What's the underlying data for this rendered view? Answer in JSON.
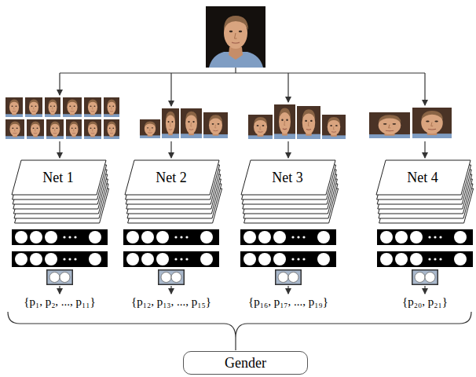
{
  "diagram": {
    "nodes": [
      {
        "text": [
          "Net 1"
        ]
      },
      {
        "text": [
          "Net 2"
        ]
      },
      {
        "text": [
          "Net 3"
        ]
      },
      {
        "text": [
          "Net 4"
        ]
      },
      {
        "text": [
          "Gender"
        ]
      }
    ],
    "labels": [
      "{p₁, p₂, ..., p₁₁}",
      "{p₁₂, p₁₃, ..., p₁₅}",
      "{p₁₆, p₁₇, ..., p₁₉}",
      "{p₂₀, p₂₁}"
    ]
  }
}
